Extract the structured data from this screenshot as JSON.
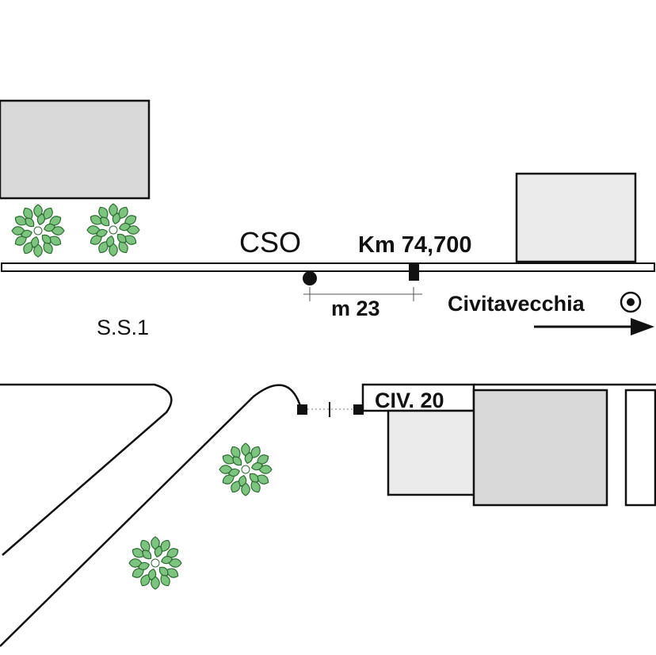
{
  "labels": {
    "cso": "CSO",
    "km": "Km 74,700",
    "distance": "m 23",
    "road": "S.S.1",
    "direction": "Civitavecchia",
    "civic": "CIV. 20"
  },
  "colors": {
    "line": "#111111",
    "building_dark": "#d9d9da",
    "building_light": "#ebebec",
    "tree_fill": "#7cc47f",
    "tree_stroke": "#2e6b32"
  },
  "icons": {
    "direction_marker": "target-circle-icon",
    "direction_arrow": "arrow-right-icon"
  }
}
